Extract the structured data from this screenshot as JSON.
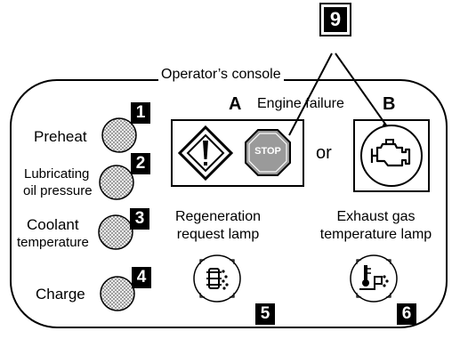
{
  "console": {
    "title": "Operator’s console"
  },
  "callout": {
    "number": "9"
  },
  "engine_failure": {
    "label": "Engine failure",
    "option_a": "A",
    "option_b": "B",
    "or_text": "or",
    "stop_sign_text": "STOP"
  },
  "left_lamps": [
    {
      "badge": "1",
      "label_lines": [
        "Preheat"
      ]
    },
    {
      "badge": "2",
      "label_lines": [
        "Lubricating",
        "oil pressure"
      ]
    },
    {
      "badge": "3",
      "label_lines": [
        "Coolant",
        "temperature"
      ]
    },
    {
      "badge": "4",
      "label_lines": [
        "Charge"
      ]
    }
  ],
  "regeneration_lamp": {
    "badge": "5",
    "label_lines": [
      "Regeneration",
      "request lamp"
    ],
    "icon": "regeneration-icon"
  },
  "exhaust_lamp": {
    "badge": "6",
    "label_lines": [
      "Exhaust gas",
      "temperature lamp"
    ],
    "icon": "exhaust-temperature-icon"
  },
  "icons": {
    "warning": "warning-diamond-icon",
    "stop": "stop-octagon-icon",
    "engine": "engine-check-icon"
  }
}
